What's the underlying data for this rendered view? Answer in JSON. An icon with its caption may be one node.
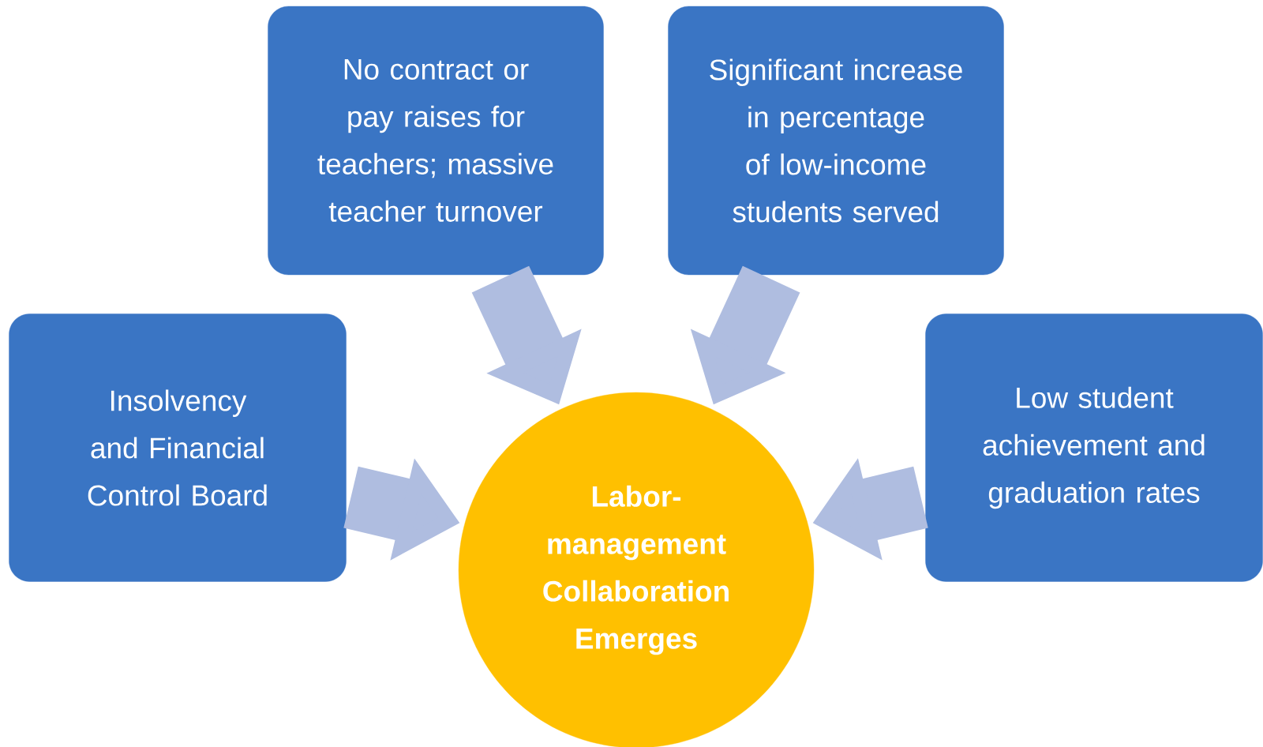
{
  "diagram": {
    "nodes": [
      {
        "text": [
          "No contract or pay raises for teachers; massive teacher turnover"
        ]
      },
      {
        "text": [
          "Significant increase in percentage of low-income students served"
        ]
      },
      {
        "text": [
          "Insolvency and Financial Control Board"
        ]
      },
      {
        "text": [
          "Low student achievement and graduation rates"
        ]
      },
      {
        "text": [
          "Labor-management Collaboration Emerges"
        ]
      }
    ],
    "edges": [
      {
        "from": 0,
        "to": 4,
        "arrow": "to"
      },
      {
        "from": 1,
        "to": 4,
        "arrow": "to"
      },
      {
        "from": 2,
        "to": 4,
        "arrow": "to"
      },
      {
        "from": 3,
        "to": 4,
        "arrow": "to"
      }
    ]
  }
}
